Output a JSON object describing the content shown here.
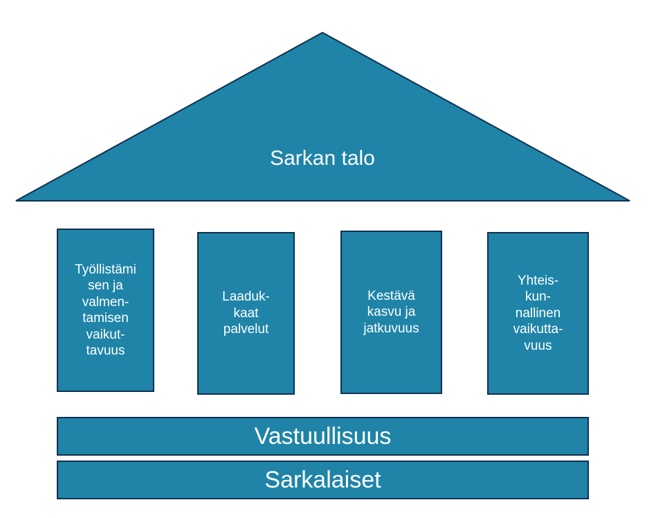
{
  "colors": {
    "fill": "#1f84a8",
    "border": "#0f3050",
    "text": "#ffffff"
  },
  "roof": {
    "label": "Sarkan talo"
  },
  "pillars": [
    {
      "lines": [
        "Työllistämi",
        "sen ja",
        "valmen-",
        "tamisen",
        "vaikut-",
        "tavuus"
      ]
    },
    {
      "lines": [
        "Laaduk-",
        "kaat",
        "palvelut"
      ]
    },
    {
      "lines": [
        "Kestävä",
        "kasvu ja",
        "jatkuvuus"
      ]
    },
    {
      "lines": [
        "Yhteis-",
        "kun-",
        "nallinen",
        "vaikutta-",
        "vuus"
      ]
    }
  ],
  "foundation": [
    {
      "label": "Vastuullisuus"
    },
    {
      "label": "Sarkalaiset"
    }
  ]
}
